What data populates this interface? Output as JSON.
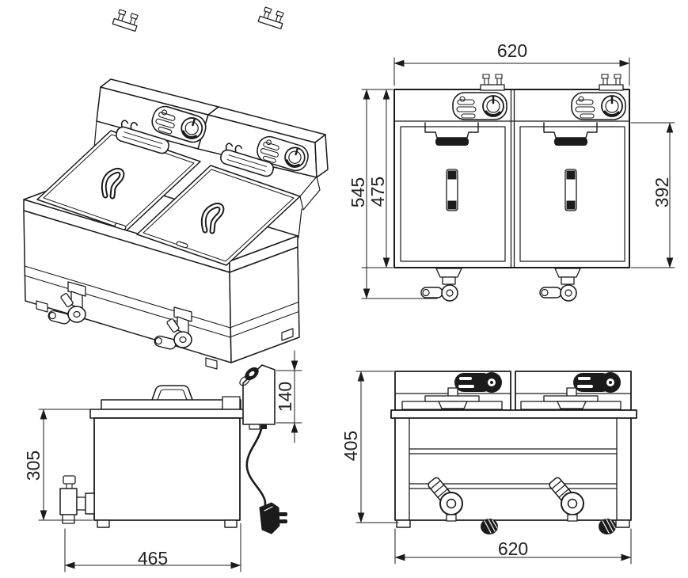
{
  "colors": {
    "line": "#1b1b1b",
    "text": "#222222",
    "background": "#ffffff"
  },
  "dims": {
    "front_width": "620",
    "front_total_height": "545",
    "front_body_height": "475",
    "front_tank_height": "392",
    "side_panel_height": "140",
    "side_height": "305",
    "side_depth": "465",
    "rear_height": "405",
    "rear_width": "620"
  }
}
